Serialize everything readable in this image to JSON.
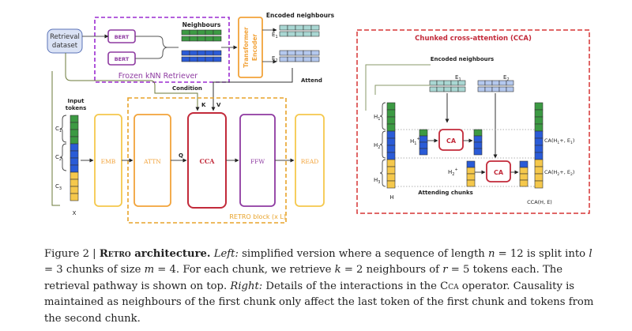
{
  "left": {
    "retrieval_dataset": [
      "Retrieval",
      "dataset"
    ],
    "bert": "BERT",
    "neighbours": "Neighbours",
    "frozen_knn": "Frozen kNN Retriever",
    "transformer_encoder": [
      "Transformer",
      "Encoder"
    ],
    "encoded_neighbours": "Encoded neighbours",
    "e1": "E",
    "e1_sub": "1",
    "e2": "E",
    "e2_sub": "2",
    "attend": "Attend",
    "condition": "Condition",
    "k": "K",
    "v": "V",
    "q": "Q",
    "input_tokens": [
      "Input",
      "tokens"
    ],
    "c1": "C",
    "c1_sub": "1",
    "c2": "C",
    "c2_sub": "2",
    "c3": "C",
    "c3_sub": "3",
    "x": "X",
    "emb": "EMB",
    "attn": "ATTN",
    "cca": "CCA",
    "ffw": "FFW",
    "read": "READ",
    "retro_block": "RETRO block (x L)"
  },
  "right": {
    "title": "Chunked cross-attention (CCA)",
    "encoded_neighbours": "Encoded neighbours",
    "e1": "E",
    "e1_sub": "1",
    "e2": "E",
    "e2_sub": "2",
    "h1": "H",
    "h1_sub": "1",
    "h2": "H",
    "h2_sub": "2",
    "h3": "H",
    "h3_sub": "3",
    "h": "H",
    "h1plus": "H",
    "h1plus_sub": "1",
    "h1plus_sup": "+",
    "h2plus": "H",
    "h2plus_sub": "2",
    "h2plus_sup": "+",
    "ca": "CA",
    "attending_chunks": "Attending chunks",
    "ca_out1": "CA(H",
    "ca_out1_sub": "1",
    "ca_out1_rest": "+, E",
    "ca_out1_sub2": "1",
    "ca_out2": "CA(H",
    "ca_out2_sub": "2",
    "ca_out2_rest": "+, E",
    "ca_out2_sub2": "2",
    "cca_he": "CCA(H, E)"
  },
  "caption": {
    "fig": "Figure 2 | ",
    "retro": "Retro",
    "arch": " architecture.",
    "left_label": "Left:",
    "t1": " simplified version where a sequence of length ",
    "n": "n",
    "t2": " = 12 is split into ",
    "l": "l",
    "t3": " = 3 chunks of size ",
    "m": "m",
    "t4": " = 4. For each chunk, we retrieve ",
    "k": "k",
    "t5": " = 2 neighbours of ",
    "r": "r",
    "t6": " = 5 tokens each. The retrieval pathway is shown on top. ",
    "right_label": "Right:",
    "t7": " Details of the interactions in the ",
    "cca": "Cca",
    "t8": " operator. Causality is maintained as neighbours of the first chunk only affect the last token of the first chunk and tokens from the second chunk."
  },
  "colors": {
    "green": "#3c9a43",
    "blue": "#2a5bd7",
    "yellow": "#f5c84c",
    "teal": "#a9d7d3",
    "lightblue": "#b4c8ee",
    "orange": "#f2a33a",
    "red": "#c22a3a",
    "purple": "#8e3aa1",
    "dashpurple": "#9b2bd1",
    "dashorange": "#e8a32a",
    "dashred": "#d53535"
  }
}
